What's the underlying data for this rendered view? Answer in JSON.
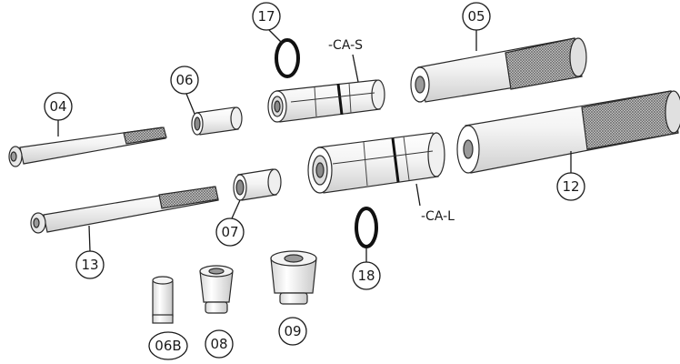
{
  "callouts": {
    "c04": "04",
    "c05": "05",
    "c06": "06",
    "c06b": "06B",
    "c07": "07",
    "c08": "08",
    "c09": "09",
    "c12": "12",
    "c13": "13",
    "c17": "17",
    "c18": "18"
  },
  "labels": {
    "ca_s": "-CA-S",
    "ca_l": "-CA-L"
  }
}
